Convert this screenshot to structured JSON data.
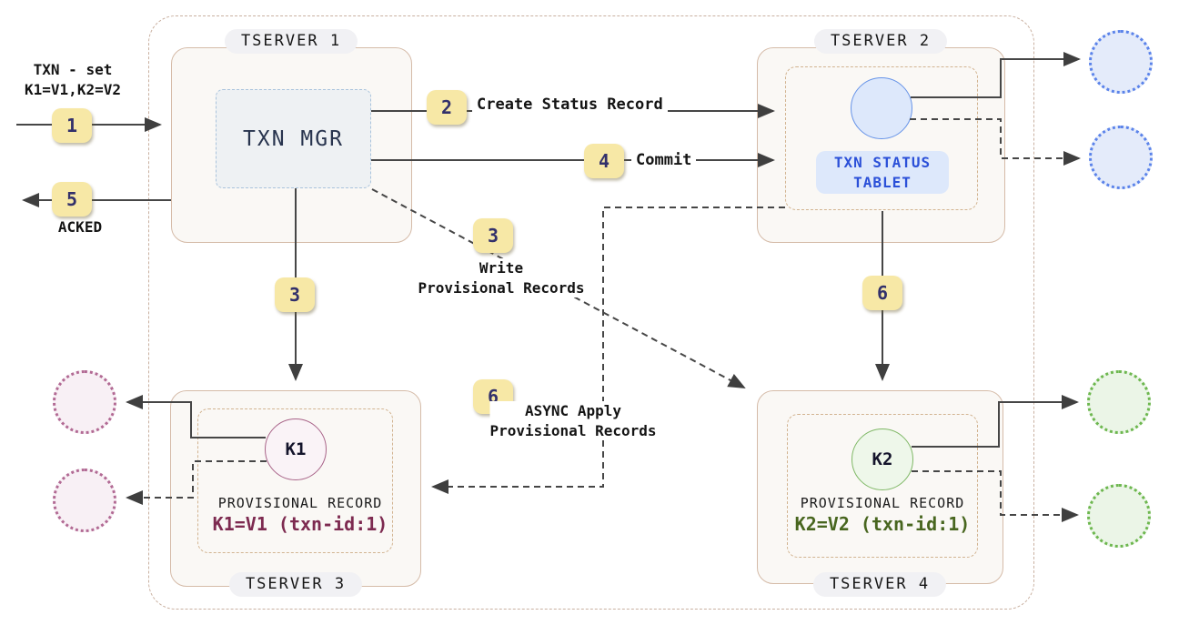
{
  "colors": {
    "badge_bg": "#f7e8a6",
    "badge_text": "#32306b",
    "arrow": "#464646",
    "server_border": "#d5bba8",
    "server_bg": "#faf8f5",
    "cluster_border": "#c9b0a0",
    "txn_mgr_border": "#a9c3dc",
    "txn_mgr_bg": "#eef1f3",
    "status_blue": "#2b50d8",
    "status_blue_bg": "#dde8fb",
    "k1_maroon": "#7d2a50",
    "k2_green": "#48661f",
    "replica_blue_dot": "#5b83ea",
    "replica_pink_dot": "#b26a94",
    "replica_green_dot": "#6db74f"
  },
  "client_flow": {
    "request_line1": "TXN - set",
    "request_line2": "K1=V1,K2=V2",
    "step1": "1",
    "step5": "5",
    "ack_label": "ACKED"
  },
  "servers": {
    "tserver1": {
      "label": "TSERVER 1",
      "txn_mgr": "TXN MGR"
    },
    "tserver2": {
      "label": "TSERVER 2",
      "tablet_line1": "TXN STATUS",
      "tablet_line2": "TABLET"
    },
    "tserver3": {
      "label": "TSERVER 3",
      "key": "K1",
      "record_title": "PROVISIONAL RECORD",
      "record_value": "K1=V1 (txn-id:1)"
    },
    "tserver4": {
      "label": "TSERVER 4",
      "key": "K2",
      "record_title": "PROVISIONAL RECORD",
      "record_value": "K2=V2 (txn-id:1)"
    }
  },
  "steps": {
    "step2": {
      "num": "2",
      "label": "Create Status Record"
    },
    "step3_vertical": {
      "num": "3"
    },
    "step3_diagonal": {
      "num": "3",
      "label_line1": "Write",
      "label_line2": "Provisional Records"
    },
    "step4": {
      "num": "4",
      "label": "Commit"
    },
    "step6_vertical": {
      "num": "6"
    },
    "step6_async": {
      "num": "6",
      "label_line1": "ASYNC Apply",
      "label_line2": "Provisional Records"
    }
  }
}
